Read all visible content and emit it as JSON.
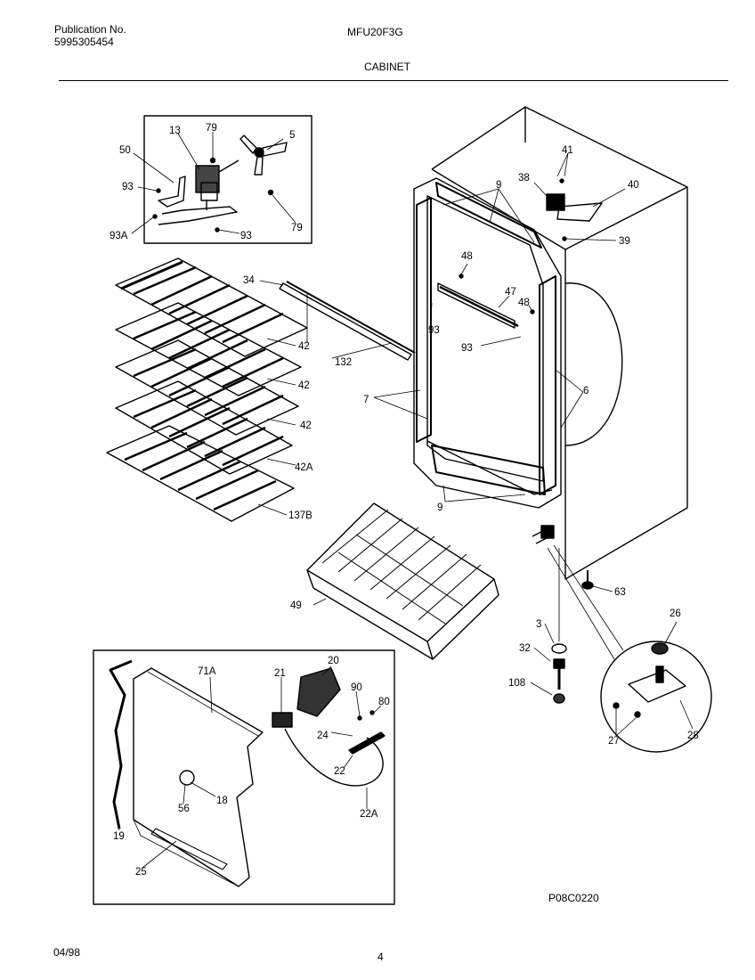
{
  "header": {
    "publication_label": "Publication No.",
    "publication_number": "5995305454",
    "model": "MFU20F3G",
    "section": "CABINET"
  },
  "footer": {
    "date": "04/98",
    "page": "4",
    "drawing_code": "P08C0220"
  },
  "callouts": {
    "c13": "13",
    "c79a": "79",
    "c5": "5",
    "c50": "50",
    "c93a": "93",
    "c93A": "93A",
    "c93b": "93",
    "c79b": "79",
    "c9a": "9",
    "c41": "41",
    "c38": "38",
    "c40": "40",
    "c39": "39",
    "c34": "34",
    "c48a": "48",
    "c47": "47",
    "c48b": "48",
    "c93c": "93",
    "c93d": "93",
    "c42a": "42",
    "c132": "132",
    "c42b": "42",
    "c7": "7",
    "c6": "6",
    "c42c": "42",
    "c42A": "42A",
    "c137B": "137B",
    "c9b": "9",
    "c63": "63",
    "c49": "49",
    "c26": "26",
    "c3": "3",
    "c32": "32",
    "c108": "108",
    "c27": "27",
    "c28": "28",
    "c71A": "71A",
    "c21": "21",
    "c20": "20",
    "c90": "90",
    "c80": "80",
    "c24": "24",
    "c22": "22",
    "c18": "18",
    "c56": "56",
    "c22A": "22A",
    "c19": "19",
    "c25": "25"
  }
}
